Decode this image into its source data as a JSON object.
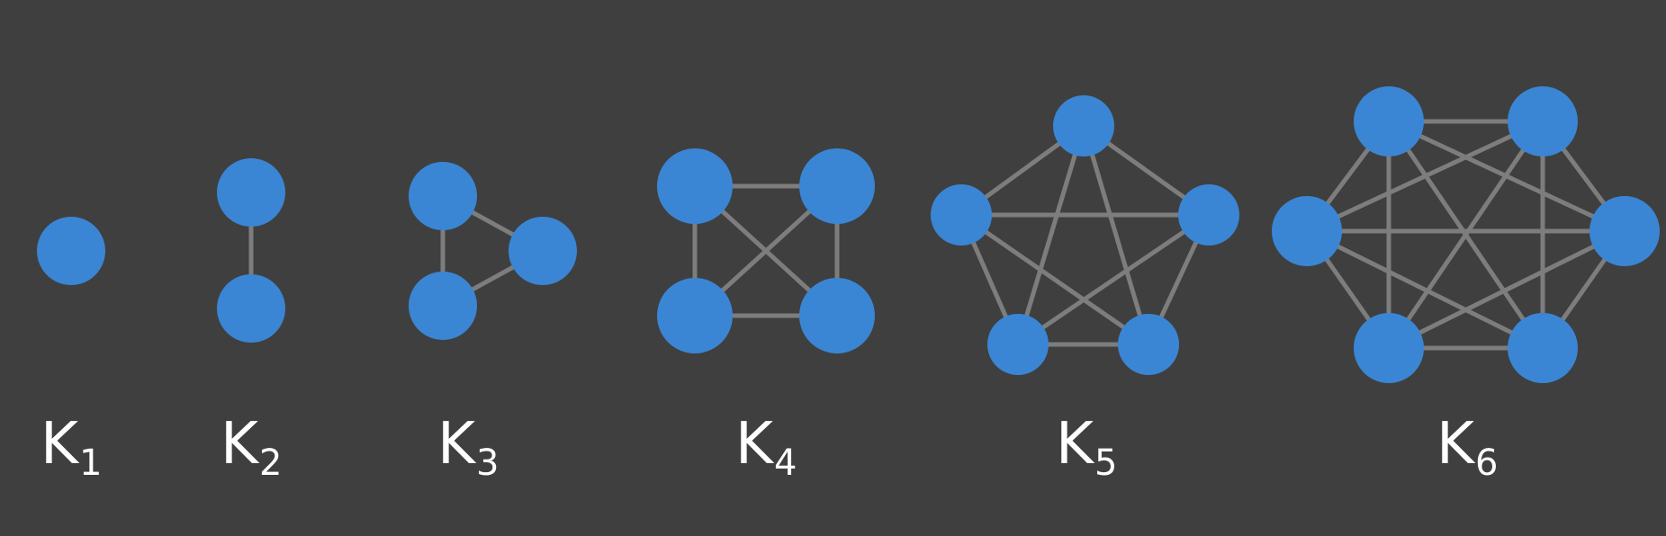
{
  "colors": {
    "background": "#3f3f3f",
    "node": "#3a86d4",
    "edge": "#7d7d7d",
    "label": "#ffffff"
  },
  "graphs": [
    {
      "id": "K1",
      "letter": "K",
      "subscript": "1",
      "nodes": 1
    },
    {
      "id": "K2",
      "letter": "K",
      "subscript": "2",
      "nodes": 2
    },
    {
      "id": "K3",
      "letter": "K",
      "subscript": "3",
      "nodes": 3
    },
    {
      "id": "K4",
      "letter": "K",
      "subscript": "4",
      "nodes": 4
    },
    {
      "id": "K5",
      "letter": "K",
      "subscript": "5",
      "nodes": 5
    },
    {
      "id": "K6",
      "letter": "K",
      "subscript": "6",
      "nodes": 6
    }
  ]
}
